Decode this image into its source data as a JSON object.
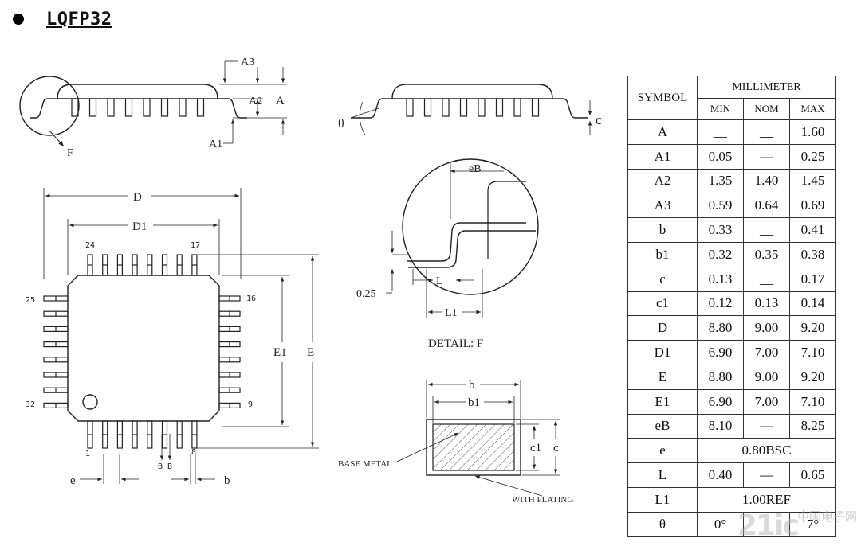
{
  "header": {
    "title": "LQFP32"
  },
  "side_view": {
    "labels": {
      "A3": "A3",
      "A2": "A2",
      "A": "A",
      "A1": "A1",
      "F": "F"
    }
  },
  "side_view_right": {
    "theta": "θ",
    "c": "c"
  },
  "top_view": {
    "D": "D",
    "D1": "D1",
    "E": "E",
    "E1": "E1",
    "pin24": "24",
    "pin17": "17",
    "pin25": "25",
    "pin16": "16",
    "pin32": "32",
    "pin9": "9",
    "pin1": "1",
    "pin8": "8",
    "e": "e",
    "b": "b",
    "B1": "B",
    "B2": "B"
  },
  "detail": {
    "eB": "eB",
    "L": "L",
    "L1": "L1",
    "dim": "0.25",
    "caption": "DETAIL: F"
  },
  "section": {
    "b": "b",
    "b1": "b1",
    "c1": "c1",
    "c": "c",
    "base_metal": "BASE METAL",
    "plating": "WITH PLATING"
  },
  "table": {
    "h_symbol": "SYMBOL",
    "h_unit": "MILLIMETER",
    "h_min": "MIN",
    "h_nom": "NOM",
    "h_max": "MAX",
    "rows": [
      {
        "sym": "A",
        "min": "__",
        "nom": "__",
        "max": "1.60"
      },
      {
        "sym": "A1",
        "min": "0.05",
        "nom": "—",
        "max": "0.25"
      },
      {
        "sym": "A2",
        "min": "1.35",
        "nom": "1.40",
        "max": "1.45"
      },
      {
        "sym": "A3",
        "min": "0.59",
        "nom": "0.64",
        "max": "0.69"
      },
      {
        "sym": "b",
        "min": "0.33",
        "nom": "__",
        "max": "0.41"
      },
      {
        "sym": "b1",
        "min": "0.32",
        "nom": "0.35",
        "max": "0.38"
      },
      {
        "sym": "c",
        "min": "0.13",
        "nom": "__",
        "max": "0.17"
      },
      {
        "sym": "c1",
        "min": "0.12",
        "nom": "0.13",
        "max": "0.14"
      },
      {
        "sym": "D",
        "min": "8.80",
        "nom": "9.00",
        "max": "9.20"
      },
      {
        "sym": "D1",
        "min": "6.90",
        "nom": "7.00",
        "max": "7.10"
      },
      {
        "sym": "E",
        "min": "8.80",
        "nom": "9.00",
        "max": "9.20"
      },
      {
        "sym": "E1",
        "min": "6.90",
        "nom": "7.00",
        "max": "7.10"
      },
      {
        "sym": "eB",
        "min": "8.10",
        "nom": "—",
        "max": "8.25"
      },
      {
        "sym": "e",
        "merged": "0.80BSC"
      },
      {
        "sym": "L",
        "min": "0.40",
        "nom": "—",
        "max": "0.65"
      },
      {
        "sym": "L1",
        "merged": "1.00REF"
      },
      {
        "sym": "θ",
        "min": "0°",
        "nom": "",
        "max": "7°"
      }
    ]
  },
  "watermark": {
    "text": "21ic",
    "sub": "中国电子网"
  }
}
